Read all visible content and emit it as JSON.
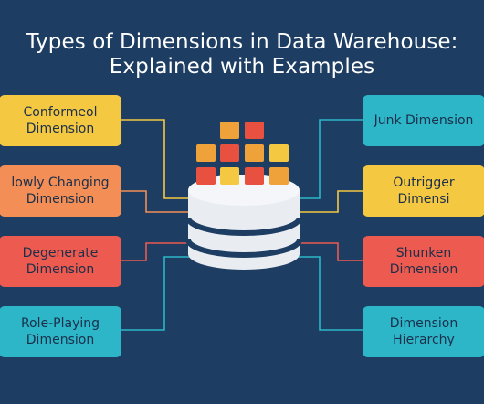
{
  "title": {
    "line1": "Types of Dimensions in Data Warehouse:",
    "line2": "Explained with Examples"
  },
  "left_boxes": [
    {
      "label": "Conformeol\nDimension",
      "color": "#f5c842"
    },
    {
      "label": "lowly Changing\nDimension",
      "color": "#f28e56"
    },
    {
      "label": "Degenerate\nDimension",
      "color": "#ed5a4f"
    },
    {
      "label": "Role-Playing\nDimension",
      "color": "#2cb6c8"
    }
  ],
  "right_boxes": [
    {
      "label": "Junk Dimension",
      "color": "#2cb6c8"
    },
    {
      "label": "Outrigger Dimensi",
      "color": "#f5c842"
    },
    {
      "label": "Shunken\nDimension",
      "color": "#ed5a4f"
    },
    {
      "label": "Dimension\nHierarchy",
      "color": "#2cb6c8"
    }
  ],
  "colors": {
    "background": "#1d3d63",
    "database_body": "#e9edf2",
    "database_band": "#1d3d63",
    "cube_orange": "#f0a23a",
    "cube_red": "#e8503f",
    "cube_yellow": "#f5c842"
  }
}
